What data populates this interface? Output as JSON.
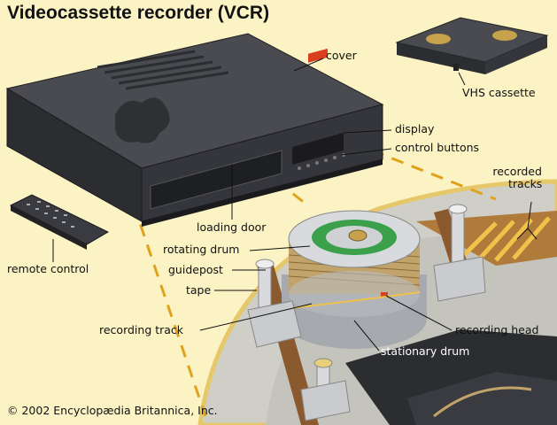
{
  "title": "Videocassette recorder (VCR)",
  "labels": {
    "cover": "cover",
    "vhs_cassette": "VHS cassette",
    "display": "display",
    "control_buttons": "control buttons",
    "recorded_tracks_line1": "recorded",
    "recorded_tracks_line2": "tracks",
    "remote_control": "remote control",
    "loading_door": "loading door",
    "rotating_drum": "rotating drum",
    "guidepost": "guidepost",
    "tape": "tape",
    "recording_track": "recording track",
    "recording_head": "recording head",
    "stationary_drum": "stationary drum"
  },
  "copyright": "© 2002 Encyclopædia Britannica, Inc.",
  "colors": {
    "background": "#fbf3c4",
    "vcr_body": "#3a3b40",
    "tape": "#8a5a2e",
    "drum": "#b9bcc0",
    "drum_green": "#3aa04a",
    "dashed_track": "#e0a21a",
    "detail_panel": "#cfcfc7"
  }
}
